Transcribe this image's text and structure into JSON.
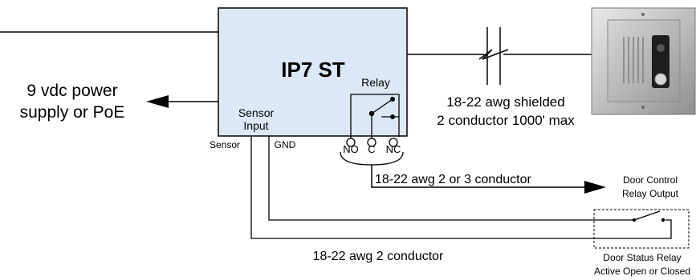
{
  "device": {
    "name": "IP7 ST",
    "relay_label": "Relay",
    "sensor_input_line1": "Sensor",
    "sensor_input_line2": "Input",
    "terminal_no": "NO",
    "terminal_c": "C",
    "terminal_nc": "NC",
    "fill_color": "#dde8f6"
  },
  "power": {
    "line1": "9 vdc power",
    "line2": "supply or PoE"
  },
  "station_cable": {
    "line1": "18-22 awg shielded",
    "line2": "2 conductor 1000' max"
  },
  "sensor_wiring": {
    "sensor_terminal": "Sensor",
    "gnd_terminal": "GND",
    "cable_label": "18-22 awg 2 conductor"
  },
  "relay_output": {
    "cable_label": "18-22 awg 2 or 3 conductor",
    "target_line1": "Door Control",
    "target_line2": "Relay Output"
  },
  "door_status": {
    "line1": "Door Status Relay",
    "line2": "Active Open or Closed"
  }
}
